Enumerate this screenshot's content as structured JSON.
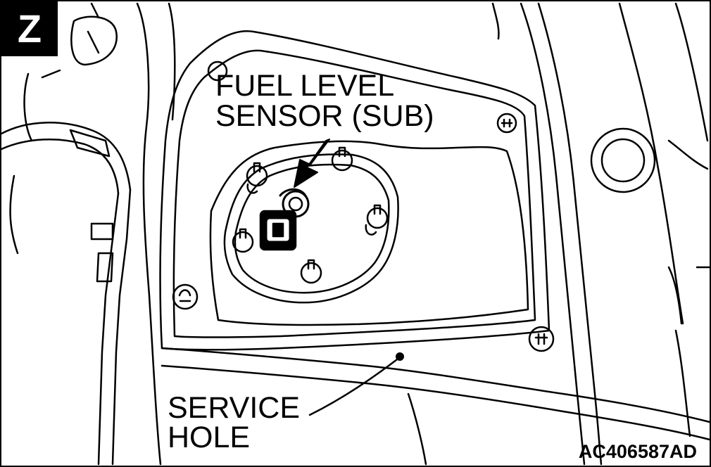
{
  "view_badge": "Z",
  "callouts": {
    "sensor_line1": "FUEL LEVEL",
    "sensor_line2": "SENSOR (SUB)",
    "hole_line1": "SERVICE",
    "hole_line2": "HOLE"
  },
  "figure_code": "AC406587AD",
  "colors": {
    "ink": "#000000",
    "paper": "#ffffff"
  }
}
